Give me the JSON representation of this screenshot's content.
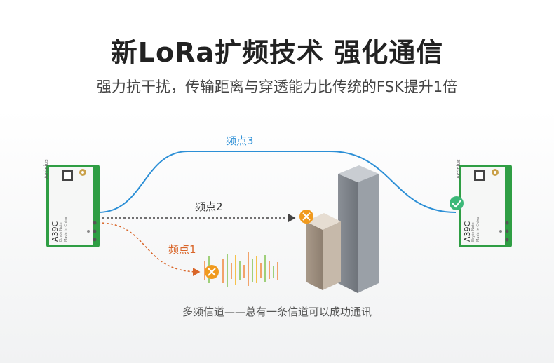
{
  "header": {
    "title": "新LoRa扩频技术 强化通信",
    "subtitle": "强力抗干扰，传输距离与穿透能力比传统的FSK提升1倍"
  },
  "channels": {
    "ch1": "频点1",
    "ch2": "频点2",
    "ch3": "频点3"
  },
  "modules": {
    "brand": "Actinius",
    "model": "A39C",
    "small_text_1": "Ebyte Note",
    "small_text_2": "Made in China"
  },
  "caption": "多频信道——总有一条信道可以成功通讯",
  "colors": {
    "ch1": "#d9662a",
    "ch2": "#444444",
    "ch3": "#2c8fd6",
    "blocked": "#f09a1e",
    "success": "#3cb878"
  }
}
